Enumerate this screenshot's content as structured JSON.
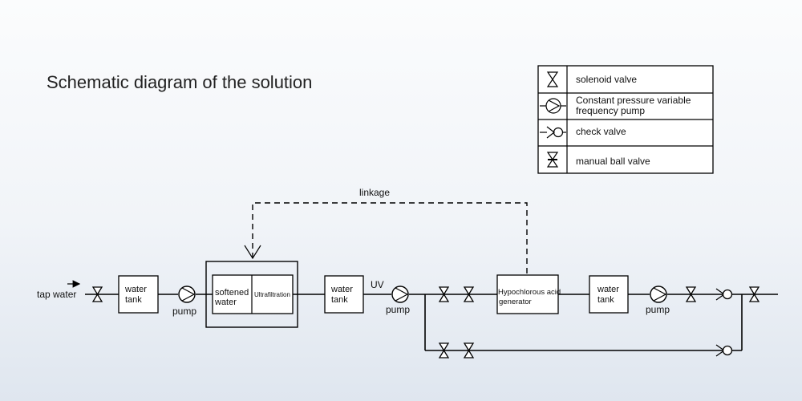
{
  "title": "Schematic diagram of the solution",
  "legend": {
    "items": [
      {
        "icon": "solenoid-valve-icon",
        "label": "solenoid valve"
      },
      {
        "icon": "pump-icon",
        "label_lines": [
          "Constant pressure variable",
          "frequency pump"
        ]
      },
      {
        "icon": "check-valve-icon",
        "label": "check valve"
      },
      {
        "icon": "ball-valve-icon",
        "label": "manual ball valve"
      }
    ]
  },
  "diagram": {
    "tap_water": "tap water",
    "linkage": "linkage",
    "uv": "UV",
    "pump": "pump",
    "water_tank": [
      "water",
      "tank"
    ],
    "softened_water": [
      "softened",
      "water"
    ],
    "ultrafiltration": "Ultrafiltration",
    "generator": [
      "Hypochlorous acid",
      "generator"
    ]
  },
  "colors": {
    "line": "#000000",
    "background_top": "#fbfcfd",
    "background_bottom": "#dfe6ef"
  }
}
